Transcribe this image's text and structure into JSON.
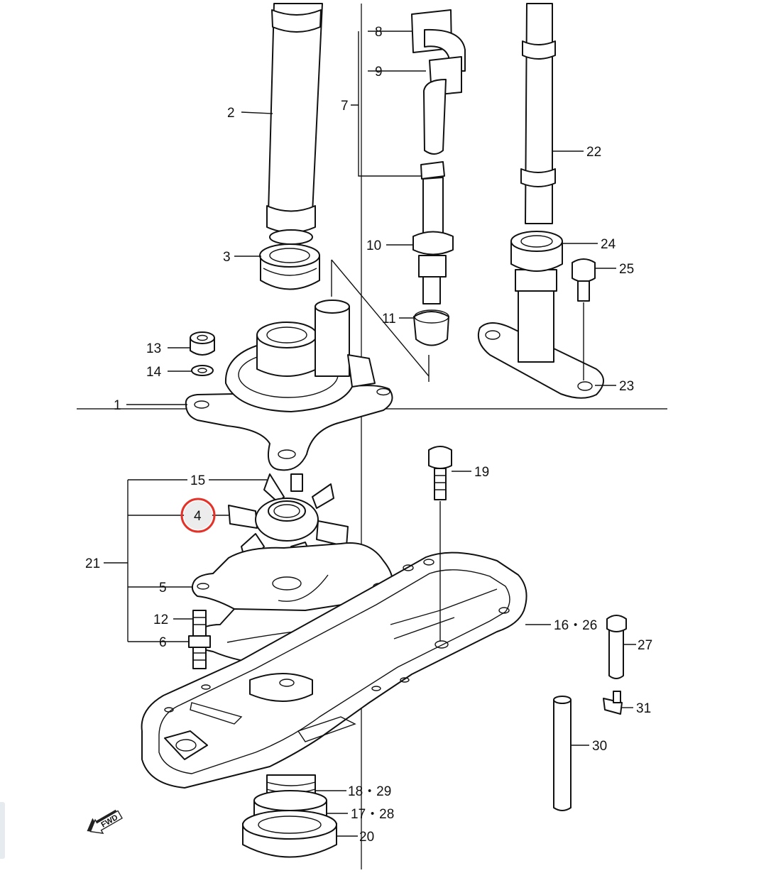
{
  "callouts": {
    "c1": "1",
    "c2": "2",
    "c3": "3",
    "c4": "4",
    "c5": "5",
    "c6": "6",
    "c7": "7",
    "c8": "8",
    "c9": "9",
    "c10": "10",
    "c11": "11",
    "c12": "12",
    "c13": "13",
    "c14": "14",
    "c15": "15",
    "c16_26": "16・26",
    "c17_28": "17・28",
    "c18_29": "18・29",
    "c19": "19",
    "c20": "20",
    "c21": "21",
    "c22": "22",
    "c23": "23",
    "c24": "24",
    "c25": "25",
    "c27": "27",
    "c30": "30",
    "c31": "31"
  },
  "direction_arrow": "FWD",
  "highlight": {
    "callout": "4",
    "color": "#e53228"
  }
}
